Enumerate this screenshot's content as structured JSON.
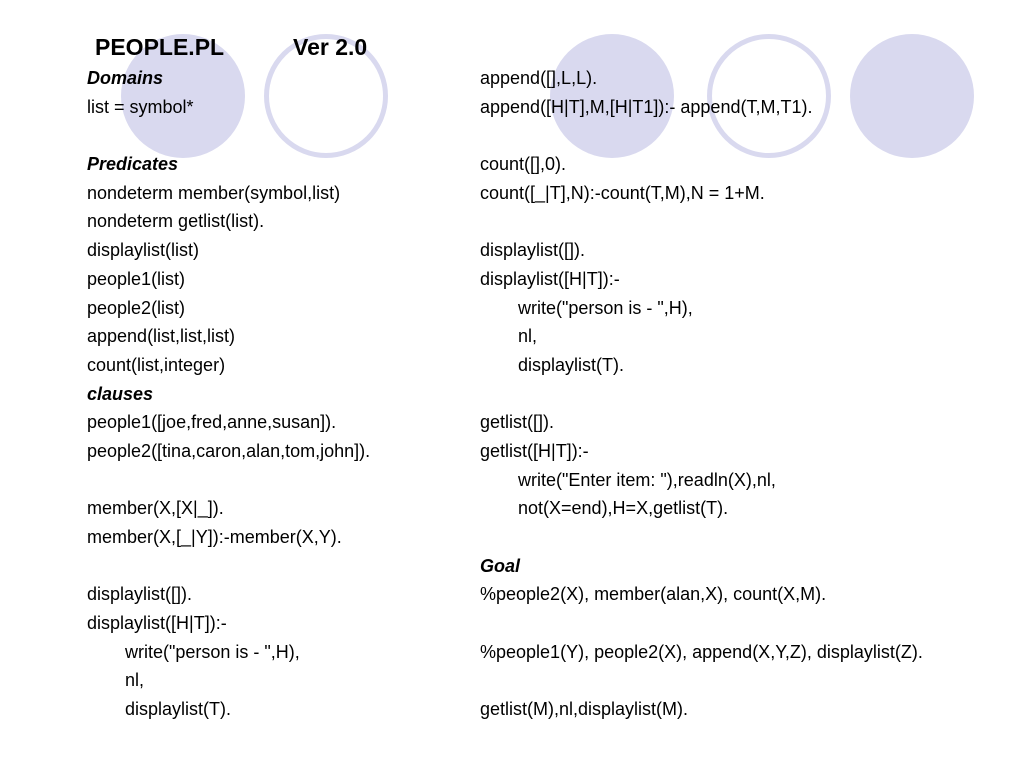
{
  "title": {
    "name": "PEOPLE.PL",
    "version": "Ver 2.0"
  },
  "left_column": [
    {
      "text": "Domains",
      "style": "heading"
    },
    {
      "text": "list = symbol*"
    },
    {
      "text": ""
    },
    {
      "text": "Predicates",
      "style": "heading"
    },
    {
      "text": "nondeterm member(symbol,list)"
    },
    {
      "text": "nondeterm getlist(list)."
    },
    {
      "text": "displaylist(list)"
    },
    {
      "text": "people1(list)"
    },
    {
      "text": "people2(list)"
    },
    {
      "text": "append(list,list,list)"
    },
    {
      "text": "count(list,integer)"
    },
    {
      "text": "clauses",
      "style": "heading"
    },
    {
      "text": "people1([joe,fred,anne,susan])."
    },
    {
      "text": "people2([tina,caron,alan,tom,john])."
    },
    {
      "text": ""
    },
    {
      "text": "member(X,[X|_])."
    },
    {
      "text": "member(X,[_|Y]):-member(X,Y)."
    },
    {
      "text": ""
    },
    {
      "text": "displaylist([])."
    },
    {
      "text": "displaylist([H|T]):-"
    },
    {
      "text": "write(\"person is - \",H),",
      "indent": true
    },
    {
      "text": "nl,",
      "indent": true
    },
    {
      "text": "displaylist(T).",
      "indent": true
    }
  ],
  "right_column": [
    {
      "text": "append([],L,L)."
    },
    {
      "text": "append([H|T],M,[H|T1]):- append(T,M,T1)."
    },
    {
      "text": ""
    },
    {
      "text": "count([],0)."
    },
    {
      "text": "count([_|T],N):-count(T,M),N = 1+M."
    },
    {
      "text": ""
    },
    {
      "text": "displaylist([])."
    },
    {
      "text": "displaylist([H|T]):-"
    },
    {
      "text": "write(\"person is - \",H),",
      "indent": true
    },
    {
      "text": "nl,",
      "indent": true
    },
    {
      "text": "displaylist(T).",
      "indent": true
    },
    {
      "text": ""
    },
    {
      "text": "getlist([])."
    },
    {
      "text": "getlist([H|T]):-"
    },
    {
      "text": "write(\"Enter item: \"),readln(X),nl,",
      "indent": true
    },
    {
      "text": "not(X=end),H=X,getlist(T).",
      "indent": true
    },
    {
      "text": ""
    },
    {
      "text": "Goal",
      "style": "heading"
    },
    {
      "text": "%people2(X), member(alan,X), count(X,M)."
    },
    {
      "text": ""
    },
    {
      "text": "%people1(Y), people2(X), append(X,Y,Z), displaylist(Z)."
    },
    {
      "text": ""
    },
    {
      "text": "getlist(M),nl,displaylist(M)."
    }
  ],
  "colors": {
    "circle": "#d9d9ef",
    "background": "#ffffff",
    "text": "#000000"
  }
}
